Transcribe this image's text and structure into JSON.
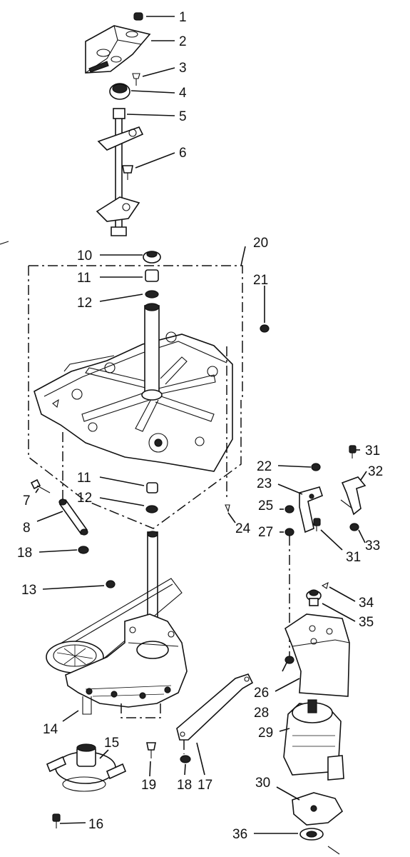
{
  "callouts": [
    {
      "id": "1",
      "text": "1"
    },
    {
      "id": "2",
      "text": "2"
    },
    {
      "id": "3",
      "text": "3"
    },
    {
      "id": "4",
      "text": "4"
    },
    {
      "id": "5",
      "text": "5"
    },
    {
      "id": "6",
      "text": "6"
    },
    {
      "id": "7",
      "text": "7"
    },
    {
      "id": "8",
      "text": "8"
    },
    {
      "id": "10",
      "text": "10"
    },
    {
      "id": "11a",
      "text": "11"
    },
    {
      "id": "11b",
      "text": "11"
    },
    {
      "id": "12a",
      "text": "12"
    },
    {
      "id": "12b",
      "text": "12"
    },
    {
      "id": "13",
      "text": "13"
    },
    {
      "id": "14",
      "text": "14"
    },
    {
      "id": "15",
      "text": "15"
    },
    {
      "id": "16",
      "text": "16"
    },
    {
      "id": "17",
      "text": "17"
    },
    {
      "id": "18a",
      "text": "18"
    },
    {
      "id": "18b",
      "text": "18"
    },
    {
      "id": "19",
      "text": "19"
    },
    {
      "id": "20",
      "text": "20"
    },
    {
      "id": "21",
      "text": "21"
    },
    {
      "id": "22",
      "text": "22"
    },
    {
      "id": "23",
      "text": "23"
    },
    {
      "id": "24",
      "text": "24"
    },
    {
      "id": "25",
      "text": "25"
    },
    {
      "id": "26",
      "text": "26"
    },
    {
      "id": "27",
      "text": "27"
    },
    {
      "id": "28",
      "text": "28"
    },
    {
      "id": "29",
      "text": "29"
    },
    {
      "id": "30",
      "text": "30"
    },
    {
      "id": "31a",
      "text": "31"
    },
    {
      "id": "31b",
      "text": "31"
    },
    {
      "id": "32",
      "text": "32"
    },
    {
      "id": "33",
      "text": "33"
    },
    {
      "id": "34",
      "text": "34"
    },
    {
      "id": "35",
      "text": "35"
    },
    {
      "id": "36",
      "text": "36"
    }
  ]
}
